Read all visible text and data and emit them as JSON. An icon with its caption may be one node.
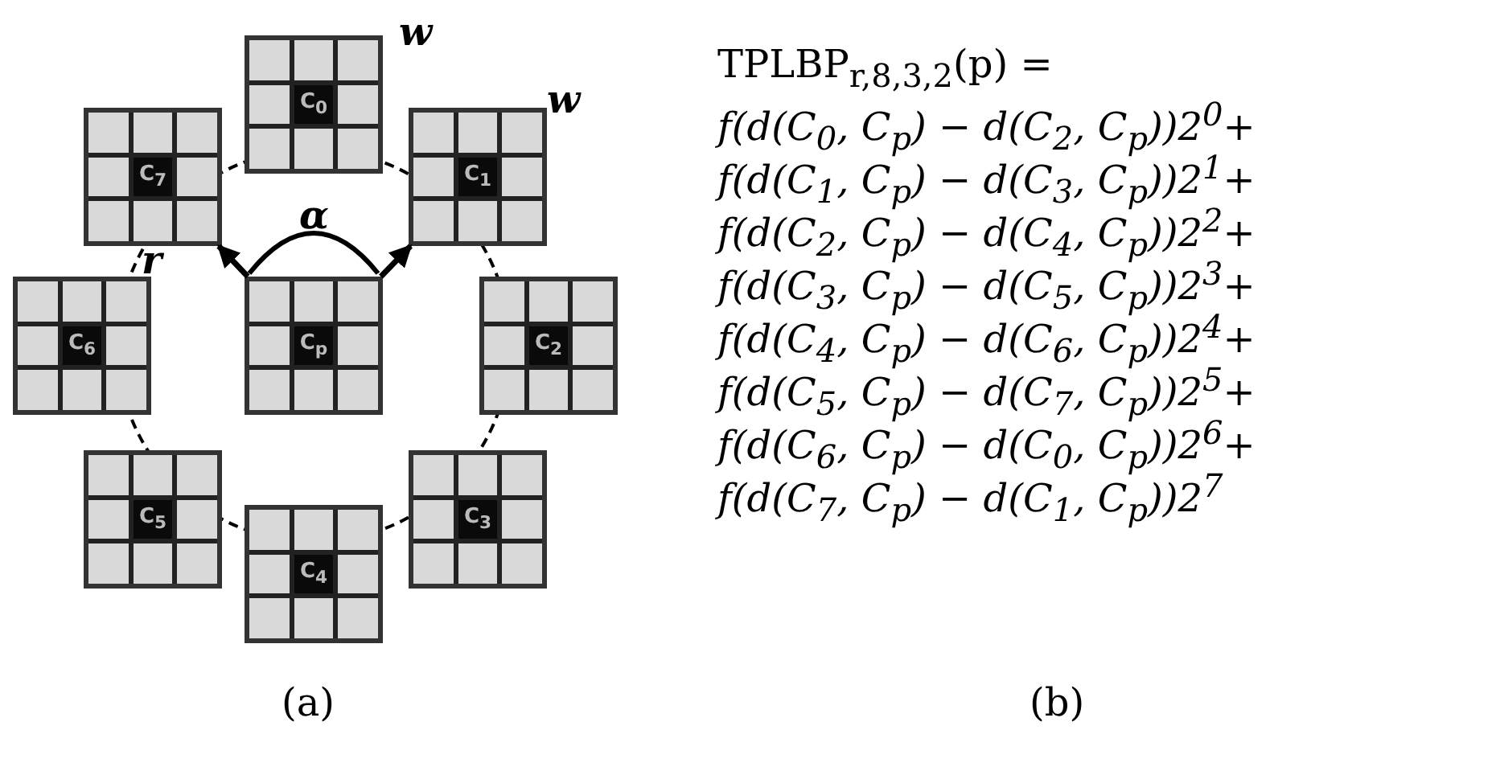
{
  "diagram": {
    "nodes": [
      {
        "text": [
          "C$_{0}$"
        ]
      },
      {
        "text": [
          "C$_{7}$"
        ]
      },
      {
        "text": [
          "C$_{1}$"
        ]
      },
      {
        "text": [
          "C$_{6}$"
        ]
      },
      {
        "text": [
          "C$_{p}$"
        ]
      },
      {
        "text": [
          "C$_{2}$"
        ]
      },
      {
        "text": [
          "C$_{5}$"
        ]
      },
      {
        "text": [
          "C$_{3}$"
        ]
      },
      {
        "text": [
          "C$_{4}$"
        ]
      }
    ],
    "edges": [
      {
        "from": 4,
        "to": 1,
        "arrow": "to"
      },
      {
        "from": 4,
        "to": 2,
        "arrow": "to"
      }
    ],
    "labels": [
      "w",
      "w",
      "α",
      "r",
      "(a)",
      "TPLBP$_{r,8,3,2}$(p) =",
      "f(d(C$_{0}$, C$_{p}$) − d(C$_{2}$, C$_{p}$))2$^{0}$+",
      "f(d(C$_{1}$, C$_{p}$) − d(C$_{3}$, C$_{p}$))2$^{1}$+",
      "f(d(C$_{2}$, C$_{p}$) − d(C$_{4}$, C$_{p}$))2$^{2}$+",
      "f(d(C$_{3}$, C$_{p}$) − d(C$_{5}$, C$_{p}$))2$^{3}$+",
      "f(d(C$_{4}$, C$_{p}$) − d(C$_{6}$, C$_{p}$))2$^{4}$+",
      "f(d(C$_{5}$, C$_{p}$) − d(C$_{7}$, C$_{p}$))2$^{5}$+",
      "f(d(C$_{6}$, C$_{p}$) − d(C$_{0}$, C$_{p}$))2$^{6}$+",
      "f(d(C$_{7}$, C$_{p}$) − d(C$_{1}$, C$_{p}$))2$^{7}$",
      "(b)"
    ]
  }
}
